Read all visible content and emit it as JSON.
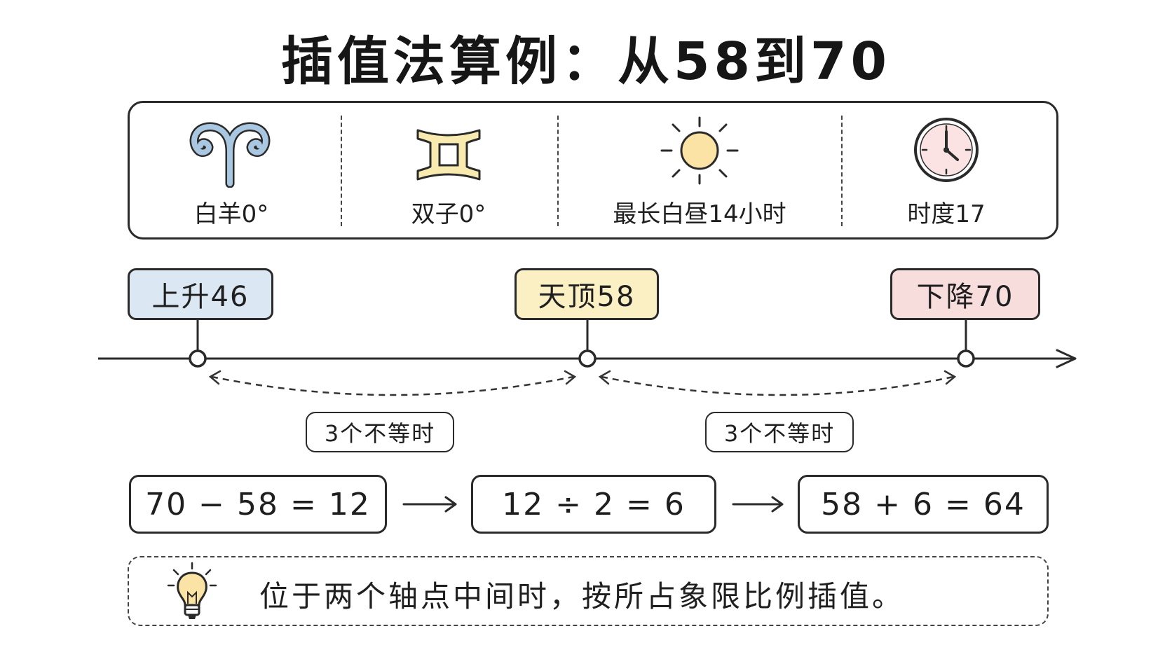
{
  "title": "插值法算例：从58到70",
  "panel": {
    "items": [
      {
        "label": "白羊0°",
        "icon": "aries-icon"
      },
      {
        "label": "双子0°",
        "icon": "gemini-icon"
      },
      {
        "label": "最长白昼14小时",
        "icon": "sun-icon"
      },
      {
        "label": "时度17",
        "icon": "clock-icon"
      }
    ]
  },
  "timeline": {
    "markers": [
      {
        "label": "上升46",
        "color": "#dbe8f4"
      },
      {
        "label": "天顶58",
        "color": "#fbefc4"
      },
      {
        "label": "下降70",
        "color": "#f8dddd"
      }
    ],
    "intervals": [
      "3个不等时",
      "3个不等时"
    ]
  },
  "calculation": {
    "steps": [
      "70 − 58 = 12",
      "12 ÷ 2 = 6",
      "58 + 6 = 64"
    ]
  },
  "note": {
    "icon": "lightbulb-icon",
    "text": "位于两个轴点中间时，按所占象限比例插值。"
  }
}
